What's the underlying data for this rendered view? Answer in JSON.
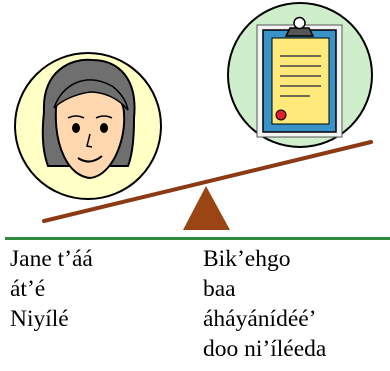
{
  "colors": {
    "left_circle_fill": "#ffffc6",
    "right_circle_fill": "#cfeecb",
    "beam": "#8b3a14",
    "fulcrum": "#9b4515",
    "ground_line": "#2e8b3a",
    "clipboard_board": "#3a93c8",
    "paper": "#ffe97a"
  },
  "icons": {
    "left": "person-face-icon",
    "right": "clipboard-document-icon"
  },
  "left_text": {
    "line1": "Jane t’áá",
    "line2": "át’é",
    "line3": "Niyílé"
  },
  "right_text": {
    "line1": "Bik’ehgo",
    "line2": "baa",
    "line3": "áháyánídéé’",
    "line4": "doo ni’íléeda"
  }
}
